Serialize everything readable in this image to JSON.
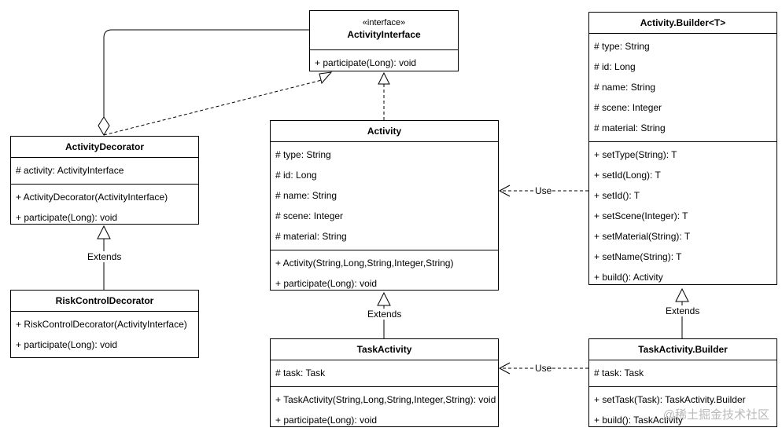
{
  "diagram": {
    "classes": {
      "activity_interface": {
        "stereotype": "«interface»",
        "name": "ActivityInterface",
        "methods": [
          "+ participate(Long): void"
        ]
      },
      "activity_decorator": {
        "name": "ActivityDecorator",
        "attributes": [
          "# activity: ActivityInterface"
        ],
        "methods": [
          "+ ActivityDecorator(ActivityInterface)",
          "+ participate(Long): void"
        ]
      },
      "risk_control_decorator": {
        "name": "RiskControlDecorator",
        "methods": [
          "+ RiskControlDecorator(ActivityInterface)",
          "+ participate(Long): void"
        ]
      },
      "activity": {
        "name": "Activity",
        "attributes": [
          "# type: String",
          "# id: Long",
          "# name: String",
          "# scene: Integer",
          "# material: String"
        ],
        "methods": [
          "+ Activity(String,Long,String,Integer,String)",
          "+ participate(Long): void"
        ]
      },
      "task_activity": {
        "name": "TaskActivity",
        "attributes": [
          "# task: Task"
        ],
        "methods": [
          "+ TaskActivity(String,Long,String,Integer,String): void",
          "+ participate(Long): void"
        ]
      },
      "activity_builder": {
        "name": "Activity.Builder<T>",
        "attributes": [
          "# type: String",
          "# id: Long",
          "# name: String",
          "# scene: Integer",
          "# material: String"
        ],
        "methods": [
          "+ setType(String): T",
          "+ setId(Long): T",
          "+ setId(): T",
          "+ setScene(Integer): T",
          "+ setMaterial(String): T",
          "+ setName(String): T",
          "+ build(): Activity"
        ]
      },
      "task_activity_builder": {
        "name": "TaskActivity.Builder",
        "attributes": [
          "# task: Task"
        ],
        "methods": [
          "+ setTask(Task): TaskActivity.Builder",
          "+ build(): TaskActivity"
        ]
      }
    },
    "relations": {
      "extends_label": "Extends",
      "use_label": "Use"
    },
    "watermark": "@稀土掘金技术社区"
  }
}
